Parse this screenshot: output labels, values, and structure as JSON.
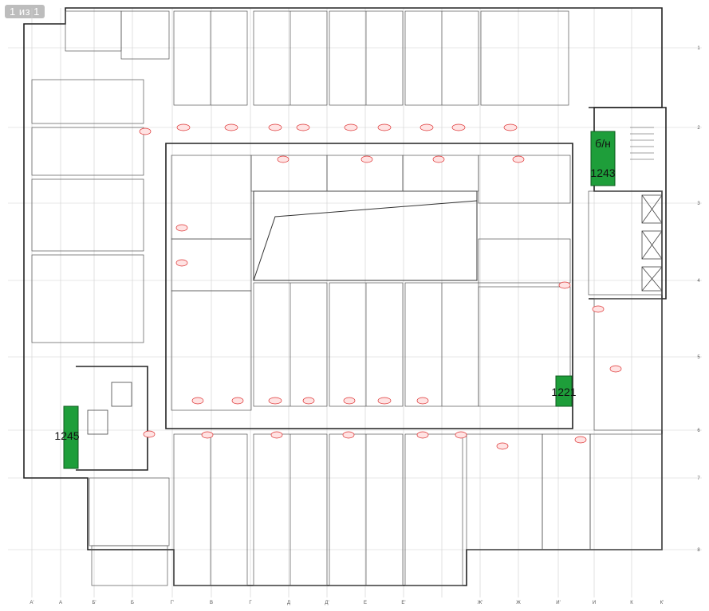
{
  "page_counter": "1 из 1",
  "highlight_color": "#1e9e3a",
  "units": [
    {
      "id": "1243",
      "label": "1243",
      "sub_label": "б/н"
    },
    {
      "id": "1221",
      "label": "1221"
    },
    {
      "id": "1245",
      "label": "1245"
    }
  ],
  "column_axis": [
    "А'",
    "А",
    "Б'",
    "Б",
    "Г'",
    "В",
    "Г",
    "Д",
    "Д'",
    "Е",
    "Е'",
    "Ж'",
    "Ж",
    "И'",
    "И",
    "К",
    "К'"
  ],
  "row_axis": [
    "1",
    "2",
    "3",
    "4",
    "5",
    "6",
    "7",
    "8"
  ]
}
